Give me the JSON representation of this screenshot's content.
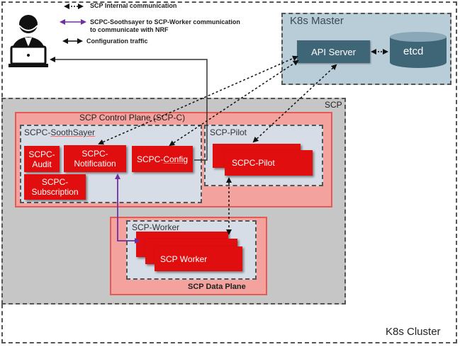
{
  "legend": {
    "internal": "SCP Internal communication",
    "soothsayer_worker_1": "SCPC-Soothsayer to SCP-Worker communication",
    "soothsayer_worker_2": "to communicate with NRF",
    "config_traffic": "Configuration traffic"
  },
  "cluster": {
    "label": "K8s Cluster"
  },
  "master": {
    "title": "K8s Master",
    "api_server": "API Server",
    "etcd": "etcd"
  },
  "scp": {
    "title": "SCP"
  },
  "control_plane": {
    "title": "SCP Control Plane (SCP-C)",
    "soothsayer": {
      "prefix": "SCPC-",
      "name": "SoothSayer",
      "audit": "SCPC-Audit",
      "notification": "SCPC-Notification",
      "subscription": "SCPC-Subscription"
    },
    "config": {
      "prefix": "SCPC-",
      "name": "Config"
    },
    "pilot": {
      "title": "SCP-Pilot",
      "box": "SCPC-Pilot"
    }
  },
  "data_plane": {
    "title": "SCP Data Plane",
    "worker_group": "SCP-Worker",
    "worker_box": "SCP Worker"
  },
  "colors": {
    "component_red": "#e00e0e",
    "plane_pink": "#f4a29e",
    "scp_gray": "#c6c6c6",
    "group_slate": "#d6dde6",
    "master_blue": "#b9cdd8",
    "api_server": "#3e6677",
    "internal_arrow": "#111111",
    "nrf_arrow": "#7030a0"
  }
}
